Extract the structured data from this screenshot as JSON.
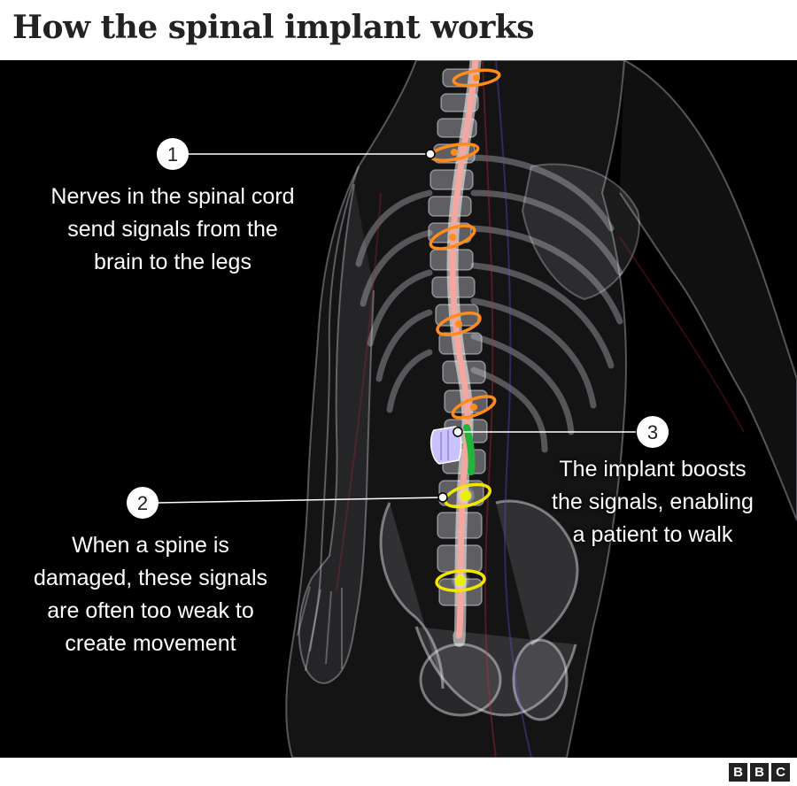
{
  "title": "How the spinal implant works",
  "callouts": [
    {
      "number": "1",
      "lines": [
        "Nerves in the spinal cord",
        "send signals from the",
        "brain to the legs"
      ]
    },
    {
      "number": "2",
      "lines": [
        "When a spine is",
        "damaged, these signals",
        "are often too weak to",
        "create movement"
      ]
    },
    {
      "number": "3",
      "lines": [
        "The implant boosts",
        "the signals, enabling",
        "a patient to walk"
      ]
    }
  ],
  "logo": [
    "B",
    "B",
    "C"
  ],
  "colors": {
    "background": "#000000",
    "spinal_cord": "#f4a7a0",
    "electrode_orange": "#ff8c1a",
    "electrode_yellow": "#f2e600",
    "implant_segment": "#22b33a",
    "implant_device": "#c9c2ff",
    "title_text": "#222222"
  }
}
